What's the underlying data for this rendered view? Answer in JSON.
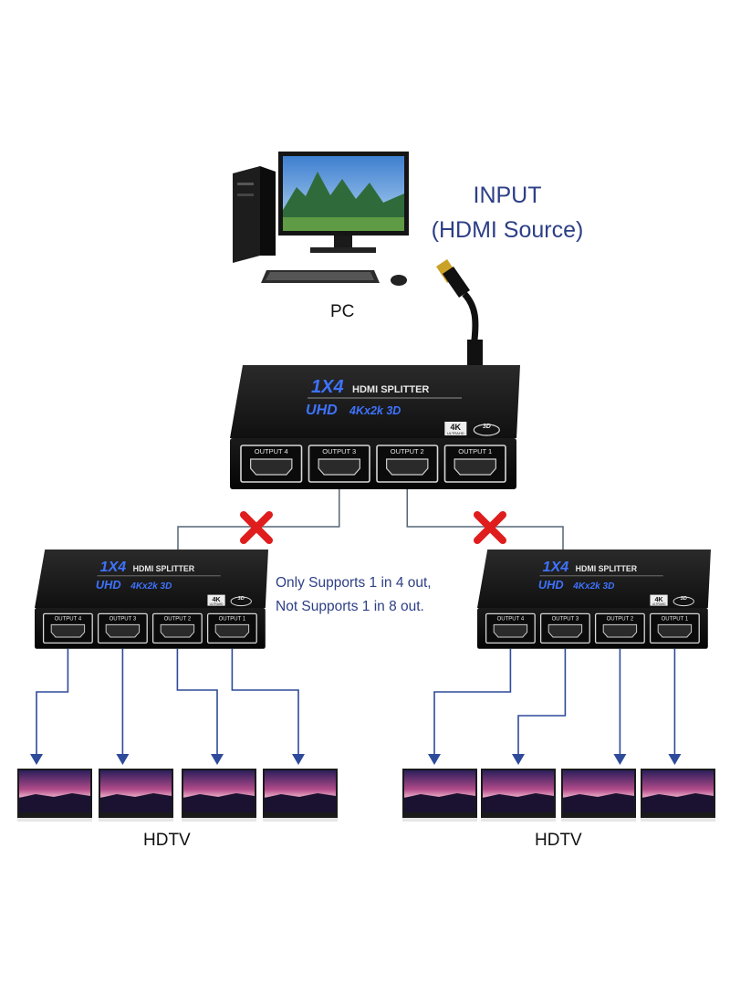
{
  "input": {
    "line1": "INPUT",
    "line2": "(HDMI Source)"
  },
  "pc": {
    "label": "PC"
  },
  "note": {
    "line1": "Only Supports 1 in 4 out,",
    "line2": "Not Supports 1 in 8 out."
  },
  "splitter": {
    "model": "1X4",
    "name": "HDMI SPLITTER",
    "uhd": "UHD",
    "res": "4Kx2k 3D",
    "badge_top": "4K",
    "badge_bottom": "ULTRAHD",
    "badge_3d": "3D",
    "ports": [
      "OUTPUT 4",
      "OUTPUT 3",
      "OUTPUT 2",
      "OUTPUT 1"
    ]
  },
  "cross_mark": "X",
  "tv_label_left": "HDTV",
  "tv_label_right": "HDTV",
  "colors": {
    "accent": "#2d3f86",
    "line": "#2e4a9a",
    "cross": "#e01d1d",
    "device": "#161616",
    "device_text": "#3e73ff"
  }
}
